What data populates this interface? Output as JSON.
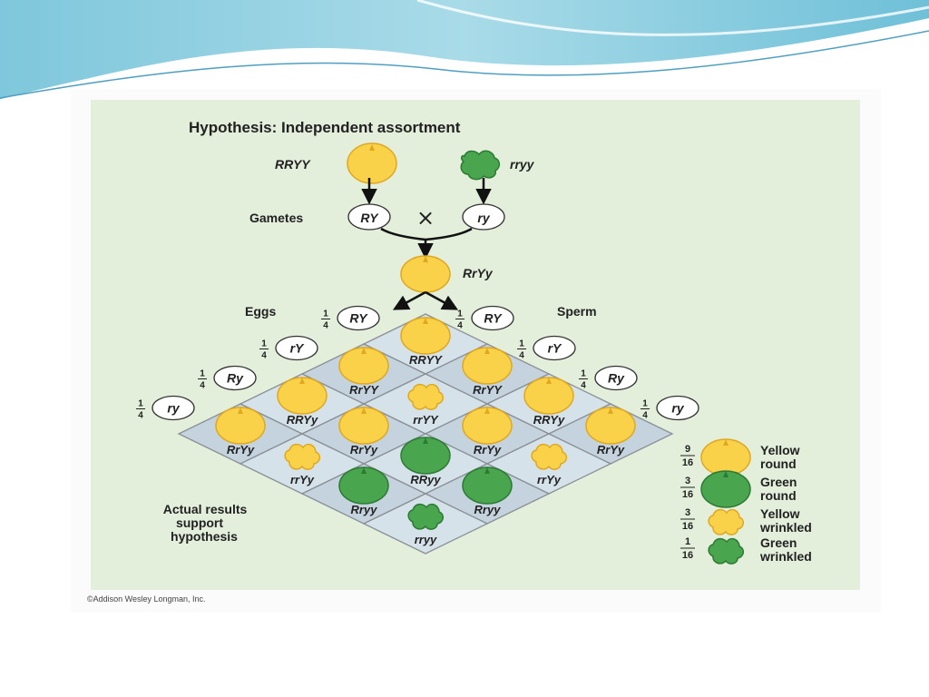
{
  "title": "Hypothesis: Independent assortment",
  "parents": {
    "left": "RRYY",
    "right": "rryy"
  },
  "gametes_label": "Gametes",
  "parent_gametes": {
    "left": "RY",
    "right": "ry"
  },
  "cross_symbol": "×",
  "f1": "RrYy",
  "eggs_label": "Eggs",
  "sperm_label": "Sperm",
  "fraction": {
    "num": "1",
    "den": "4"
  },
  "eggs": [
    "RY",
    "rY",
    "Ry",
    "ry"
  ],
  "sperm": [
    "RY",
    "rY",
    "Ry",
    "ry"
  ],
  "grid": [
    [
      "RRYY",
      "RrYY",
      "RRYy",
      "RrYy"
    ],
    [
      "RrYY",
      "rrYY",
      "RrYy",
      "rrYy"
    ],
    [
      "RRYy",
      "RrYy",
      "RRyy",
      "Rryy"
    ],
    [
      "RrYy",
      "rrYy",
      "Rryy",
      "rryy"
    ]
  ],
  "conclusion": [
    "Actual results",
    "support",
    "hypothesis"
  ],
  "legend": [
    {
      "num": "9",
      "den": "16",
      "line1": "Yellow",
      "line2": "round"
    },
    {
      "num": "3",
      "den": "16",
      "line1": "Green",
      "line2": "round"
    },
    {
      "num": "3",
      "den": "16",
      "line1": "Yellow",
      "line2": "wrinkled"
    },
    {
      "num": "1",
      "den": "16",
      "line1": "Green",
      "line2": "wrinkled"
    }
  ],
  "credit": "©Addison Wesley Longman, Inc.",
  "colors": {
    "yellow": "#f9d24a",
    "yellow_stroke": "#e0a820",
    "green": "#4aa64e",
    "green_stroke": "#2c7a34",
    "panel": "#e3eedb",
    "cell_light": "#d5e2ea",
    "cell_dark": "#c4d3de",
    "grid_line": "#8a8f96"
  }
}
